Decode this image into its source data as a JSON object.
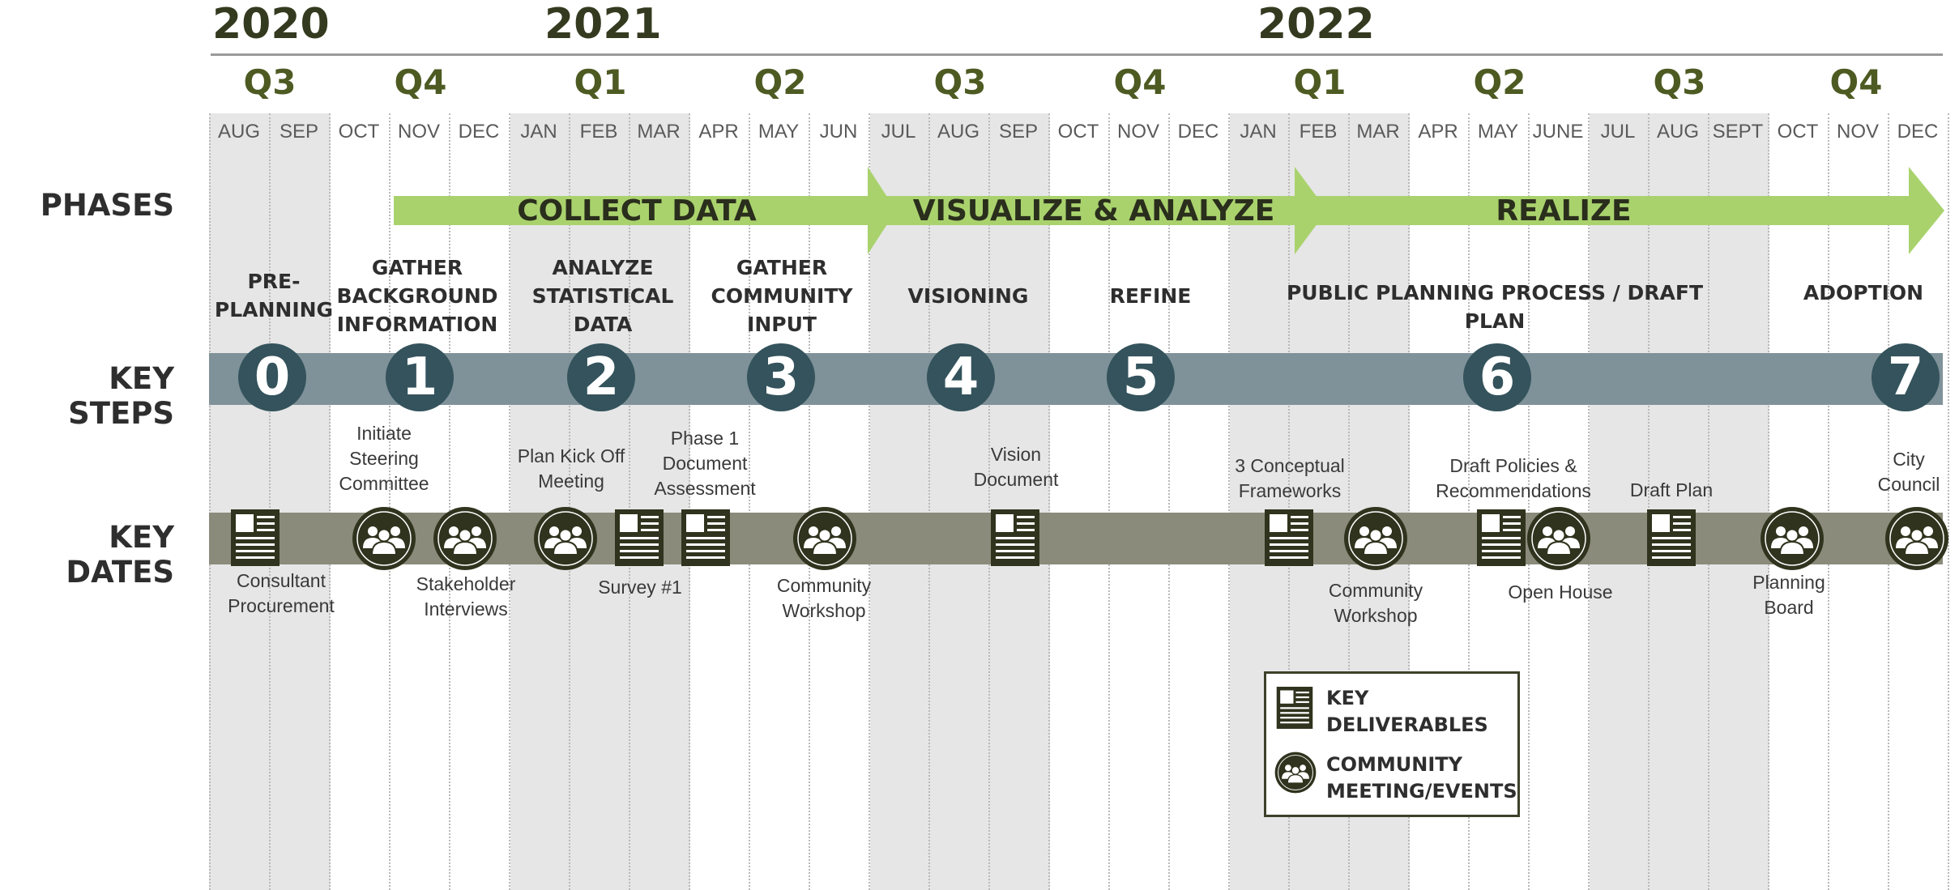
{
  "years": [
    "2020",
    "2021",
    "2022"
  ],
  "quarters": [
    "Q3",
    "Q4",
    "Q1",
    "Q2",
    "Q3",
    "Q4",
    "Q1",
    "Q2",
    "Q3",
    "Q4"
  ],
  "months": [
    "AUG",
    "SEP",
    "OCT",
    "NOV",
    "DEC",
    "JAN",
    "FEB",
    "MAR",
    "APR",
    "MAY",
    "JUN",
    "JUL",
    "AUG",
    "SEP",
    "OCT",
    "NOV",
    "DEC",
    "JAN",
    "FEB",
    "MAR",
    "APR",
    "MAY",
    "JUNE",
    "JUL",
    "AUG",
    "SEPT",
    "OCT",
    "NOV",
    "DEC"
  ],
  "row_labels": {
    "phases": "PHASES",
    "key_steps": "KEY STEPS",
    "key_dates": "KEY DATES"
  },
  "phases": [
    "COLLECT DATA",
    "VISUALIZE & ANALYZE",
    "REALIZE"
  ],
  "step_labels": [
    "PRE-\nPLANNING",
    "GATHER\nBACKGROUND\nINFORMATION",
    "ANALYZE\nSTATISTICAL\nDATA",
    "GATHER\nCOMMUNITY\nINPUT",
    "VISIONING",
    "REFINE",
    "PUBLIC PLANNING PROCESS / DRAFT PLAN",
    "ADOPTION"
  ],
  "steps": [
    "0",
    "1",
    "2",
    "3",
    "4",
    "5",
    "6",
    "7"
  ],
  "key_dates": [
    {
      "type": "deliverable",
      "label": "Consultant\nProcurement"
    },
    {
      "type": "meeting",
      "label": "Initiate\nSteering\nCommittee"
    },
    {
      "type": "meeting",
      "label": "Stakeholder\nInterviews"
    },
    {
      "type": "meeting",
      "label": "Plan Kick Off\nMeeting"
    },
    {
      "type": "deliverable",
      "label": "Survey #1"
    },
    {
      "type": "deliverable",
      "label": "Phase 1\nDocument\nAssessment"
    },
    {
      "type": "meeting",
      "label": "Community\nWorkshop"
    },
    {
      "type": "deliverable",
      "label": "Vision\nDocument"
    },
    {
      "type": "deliverable",
      "label": "3 Conceptual\nFrameworks"
    },
    {
      "type": "meeting",
      "label": "Community\nWorkshop"
    },
    {
      "type": "deliverable",
      "label": "Draft Policies &\nRecommendations"
    },
    {
      "type": "meeting",
      "label": "Open House"
    },
    {
      "type": "deliverable",
      "label": "Draft Plan"
    },
    {
      "type": "meeting",
      "label": "Planning\nBoard"
    },
    {
      "type": "meeting",
      "label": "City\nCouncil"
    }
  ],
  "legend": {
    "deliverables": "KEY\nDELIVERABLES",
    "meetings": "COMMUNITY\nMEETING/EVENTS"
  },
  "colors": {
    "phase_arrow": "#a9d26d",
    "step_band": "#7f9199",
    "step_circle": "#34535c",
    "date_band": "#8b8b7b",
    "icon_dark": "#30331d",
    "quarter_text": "#4d5a22",
    "year_text": "#343a1f"
  },
  "icons": {
    "deliverable": "document-icon",
    "meeting": "people-icon"
  }
}
